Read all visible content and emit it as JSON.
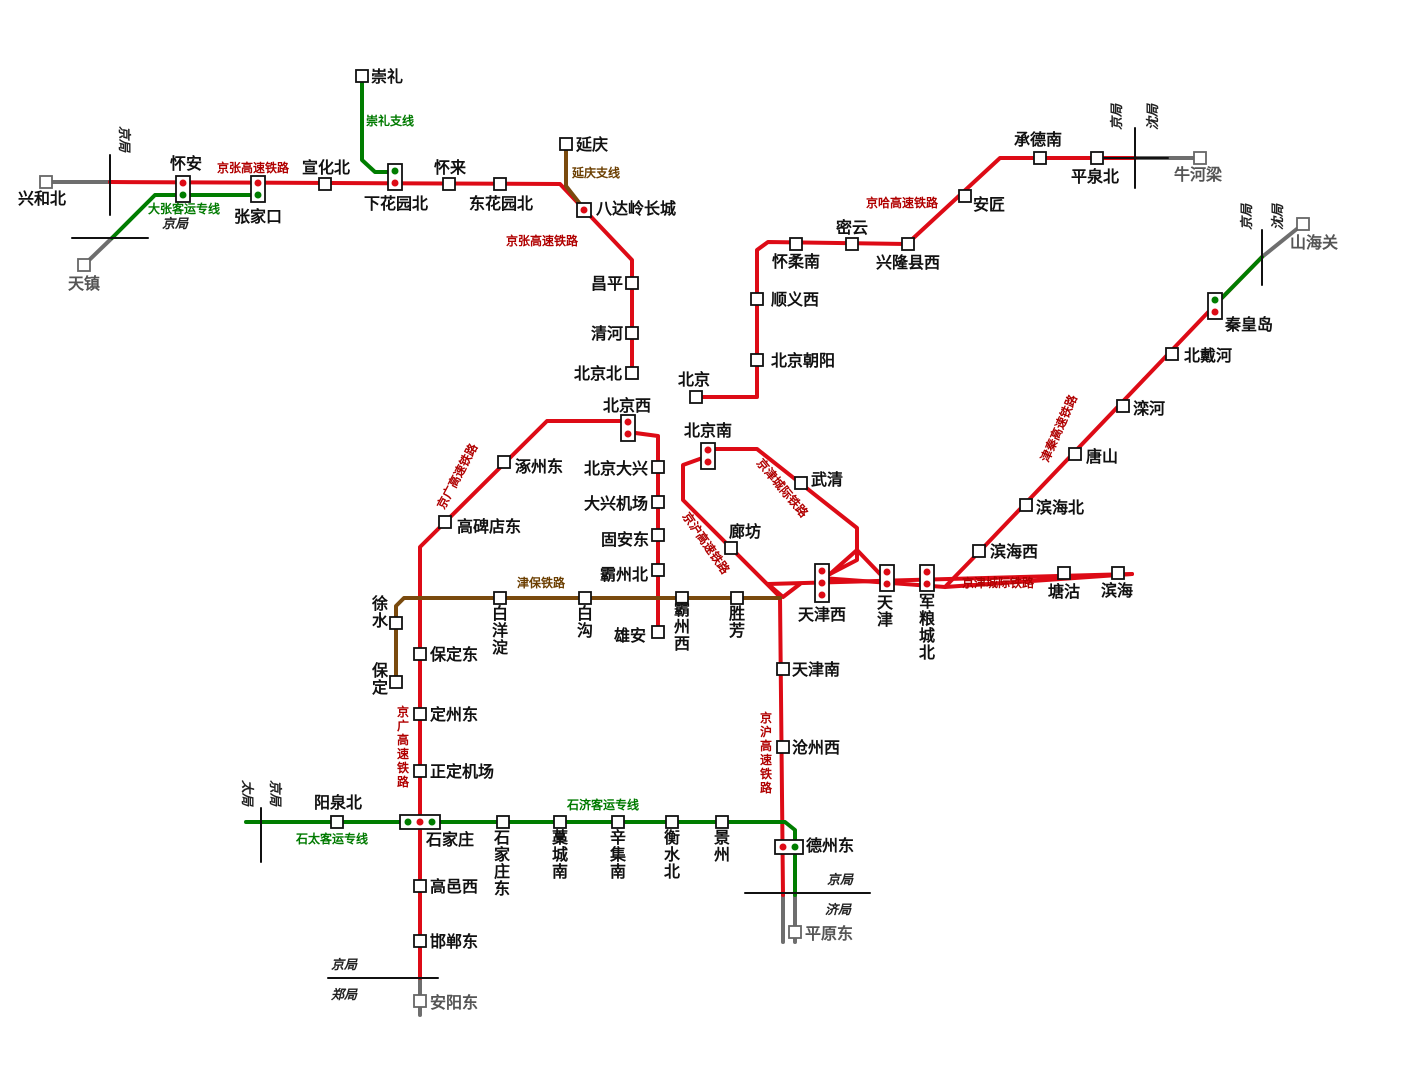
{
  "colors": {
    "hsr": "#dd0b16",
    "pdl": "#007d00",
    "branch": "#7a4a0e",
    "external": "#6e6e6e"
  },
  "stations": {
    "chongli": "崇礼",
    "yanqing": "延庆",
    "chengdenan": "承德南",
    "pingquanbei": "平泉北",
    "niuheliang": "牛河梁",
    "xinghebei": "兴和北",
    "huaian": "怀安",
    "zhangjiakou": "张家口",
    "xuanhuabei": "宣化北",
    "xiahuayuanbei": "下花园北",
    "huailai": "怀来",
    "donghuayuanbei": "东花园北",
    "badaling": "八达岭长城",
    "anjiang": "安匠",
    "miyun": "密云",
    "huairounan": "怀柔南",
    "xinglongxianxi": "兴隆县西",
    "tianzhen": "天镇",
    "shanhaiguan": "山海关",
    "qinhuangdao": "秦皇岛",
    "beidaihe": "北戴河",
    "luanhe": "滦河",
    "tangshan": "唐山",
    "binhaibei": "滨海北",
    "binhaixi": "滨海西",
    "tanggu": "塘沽",
    "binhai": "滨海",
    "changping": "昌平",
    "qinghe": "清河",
    "beijingbei": "北京北",
    "shunyixi": "顺义西",
    "beijingchaoyang": "北京朝阳",
    "beijing": "北京",
    "beijingxi": "北京西",
    "beijingnan": "北京南",
    "zhuozhoudong": "涿州东",
    "beijingdaxing": "北京大兴",
    "daxingjichang": "大兴机场",
    "guandong": "固安东",
    "bazhoubei": "霸州北",
    "xiongan": "雄安",
    "gaobeidiandong": "高碑店东",
    "wuqing": "武清",
    "langfang": "廊坊",
    "tianjinxi": "天津西",
    "tianjin": "天津",
    "junliangchengbei": "军粮城北",
    "xushui": "徐水",
    "baoding": "保定",
    "baiyangdian": "白洋淀",
    "baigou": "白沟",
    "bazhouxi": "霸州西",
    "shengfang": "胜芳",
    "baodingdong": "保定东",
    "dingzhoudong": "定州东",
    "zhengdingjichang": "正定机场",
    "yangquanbei": "阳泉北",
    "shijiazhuang": "石家庄",
    "shijiazhuangdong": "石家庄东",
    "gaochengnan": "藁城南",
    "xinjinan": "辛集南",
    "hengshuibei": "衡水北",
    "jingzhou": "景州",
    "dezhoudong": "德州东",
    "tianjinnan": "天津南",
    "cangzhouxi": "沧州西",
    "gaoyixi": "高邑西",
    "handandong": "邯郸东",
    "anyangdong": "安阳东",
    "pingyuandong": "平原东"
  },
  "lines": {
    "jingzhang_top": "京张高速铁路",
    "jingzhang_side": "京张高速铁路",
    "chongli_branch": "崇礼支线",
    "yanqing_branch": "延庆支线",
    "dazhang": "大张客运专线",
    "jingha": "京哈高速铁路",
    "jinqin": "津秦高速铁路",
    "jingjin_upper": "京津城际铁路",
    "jingjin_lower": "京津城际铁路",
    "jinghu_upper": "京沪高速铁路",
    "jinghu_lower": "京沪高速铁路",
    "jingguang_upper": "京广高速铁路",
    "jingguang_lower": "京广高速铁路",
    "jinbao": "津保铁路",
    "shiji": "石济客运专线",
    "shitai": "石太客运专线"
  },
  "bureaus": {
    "jing": "京局",
    "shen": "沈局",
    "tai": "太局",
    "zheng": "郑局",
    "ji": "济局"
  }
}
